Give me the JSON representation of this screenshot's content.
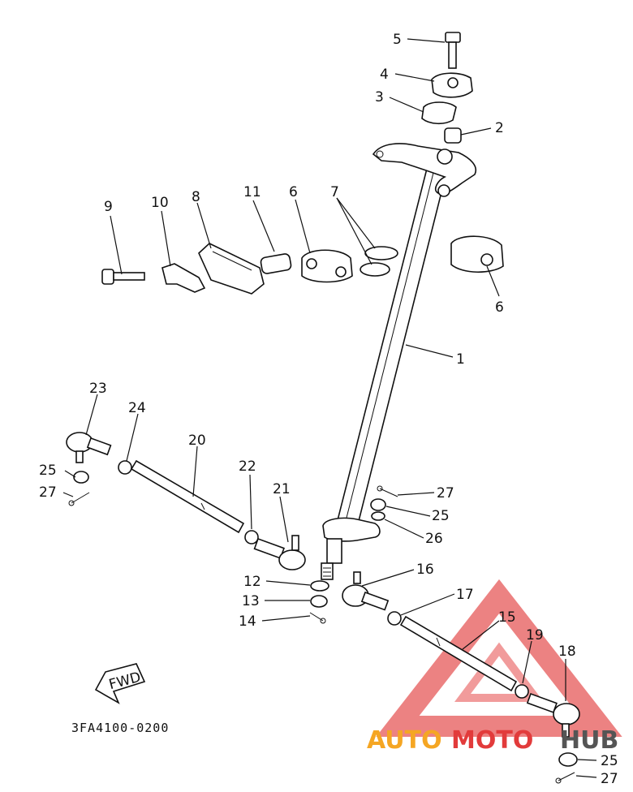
{
  "diagram_code": "3FA4100-0200",
  "fwd_label": "FWD",
  "watermark": {
    "part1": "AUTO",
    "part2": "MOTO",
    "part3": "HUB",
    "color_orange": "#f5a623",
    "color_red": "#e23b3b",
    "color_gray": "#555555"
  },
  "labels": [
    {
      "id": "5",
      "text": "5"
    },
    {
      "id": "4",
      "text": "4"
    },
    {
      "id": "3",
      "text": "3"
    },
    {
      "id": "2",
      "text": "2"
    },
    {
      "id": "9",
      "text": "9"
    },
    {
      "id": "10",
      "text": "10"
    },
    {
      "id": "8",
      "text": "8"
    },
    {
      "id": "11",
      "text": "11"
    },
    {
      "id": "6a",
      "text": "6"
    },
    {
      "id": "7",
      "text": "7"
    },
    {
      "id": "6b",
      "text": "6"
    },
    {
      "id": "1",
      "text": "1"
    },
    {
      "id": "23",
      "text": "23"
    },
    {
      "id": "24",
      "text": "24"
    },
    {
      "id": "20",
      "text": "20"
    },
    {
      "id": "25a",
      "text": "25"
    },
    {
      "id": "27a",
      "text": "27"
    },
    {
      "id": "22",
      "text": "22"
    },
    {
      "id": "21",
      "text": "21"
    },
    {
      "id": "27b",
      "text": "27"
    },
    {
      "id": "25b",
      "text": "25"
    },
    {
      "id": "26",
      "text": "26"
    },
    {
      "id": "12",
      "text": "12"
    },
    {
      "id": "13",
      "text": "13"
    },
    {
      "id": "16",
      "text": "16"
    },
    {
      "id": "14",
      "text": "14"
    },
    {
      "id": "17",
      "text": "17"
    },
    {
      "id": "15",
      "text": "15"
    },
    {
      "id": "19",
      "text": "19"
    },
    {
      "id": "18",
      "text": "18"
    },
    {
      "id": "25c",
      "text": "25"
    },
    {
      "id": "27c",
      "text": "27"
    }
  ]
}
